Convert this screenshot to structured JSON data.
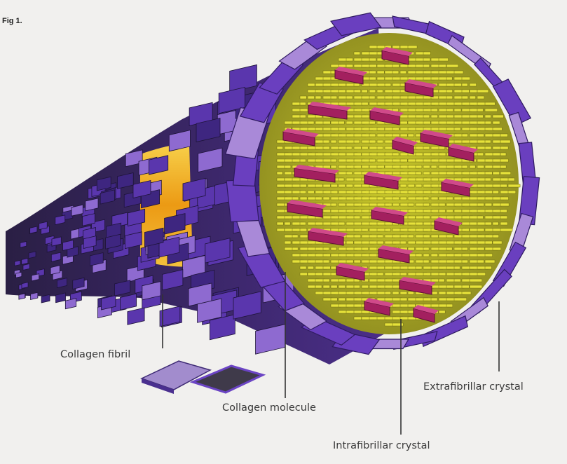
{
  "figure": {
    "fig_label": "Fig 1.",
    "labels": {
      "collagen_fibril": "Collagen fibril",
      "collagen_molecule": "Collagen molecule",
      "extrafibrillar_crystal": "Extrafibrillar crystal",
      "intrafibrillar_crystal": "Intrafibrillar crystal"
    },
    "colors": {
      "background": "#f1f0ee",
      "mineral_plate": "#6a3fbf",
      "mineral_plate_light": "#a989d8",
      "collagen_molecule": "#e6e23a",
      "intrafibrillar_crystal": "#a3205f",
      "fibril_core": "#f2b21a",
      "leader_line": "#333333"
    }
  }
}
